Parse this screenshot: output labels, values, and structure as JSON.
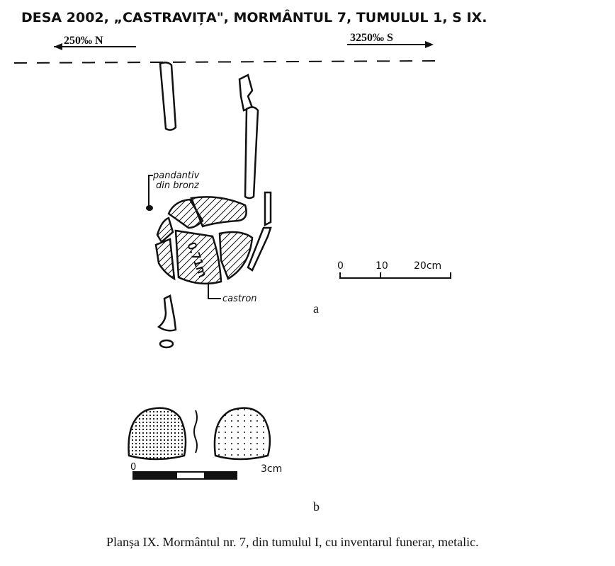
{
  "plate": {
    "title": "DESA 2002, „CASTRAVIȚA\", MORMÂNTUL 7, TUMULUL 1, S IX.",
    "left_direction": "250‰ N",
    "right_direction": "3250‰ S",
    "label_pendant": "pandantiv",
    "label_pendant_2": "din bronz",
    "label_bowl": "castron",
    "depth_label": "0.71m",
    "scale_a": {
      "t0": "0",
      "t1": "10",
      "t2": "20cm"
    },
    "figure_a": "a",
    "scale_b": {
      "t0": "0",
      "t1": "3cm"
    },
    "figure_b": "b",
    "caption": "Planșa IX. Mormântul nr. 7, din tumulul I, cu inventarul funerar, metalic."
  }
}
